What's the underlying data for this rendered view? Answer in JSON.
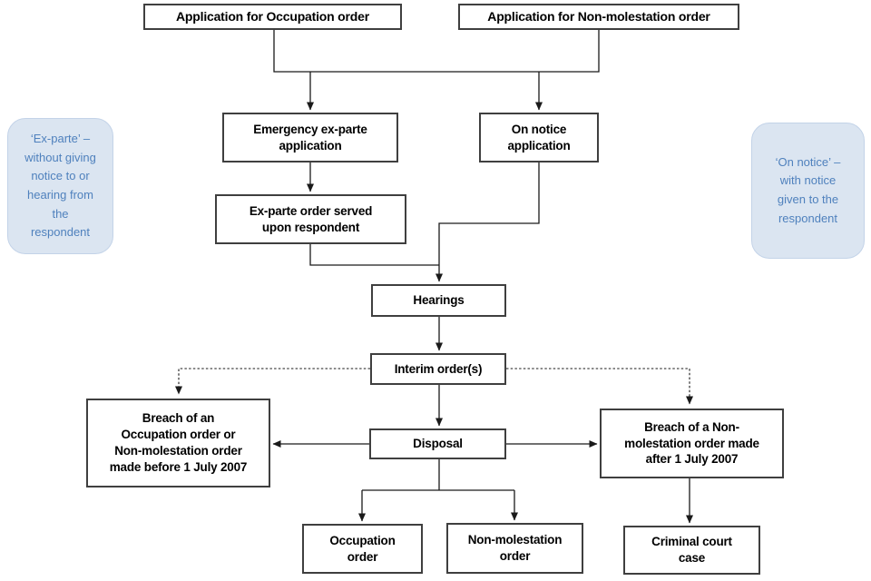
{
  "diagram": {
    "nodes": {
      "app_occupation": {
        "label": "Application for Occupation order"
      },
      "app_nonmolestation": {
        "label": "Application for Non-molestation order"
      },
      "emergency": {
        "label": "Emergency ex-parte\napplication"
      },
      "on_notice": {
        "label": "On notice\napplication"
      },
      "exparte_served": {
        "label": "Ex-parte order served\nupon respondent"
      },
      "hearings": {
        "label": "Hearings"
      },
      "interim": {
        "label": "Interim order(s)"
      },
      "breach_left": {
        "label": "Breach of an\nOccupation order or\nNon-molestation order\nmade before 1 July 2007"
      },
      "disposal": {
        "label": "Disposal"
      },
      "breach_right": {
        "label": "Breach of a Non-\nmolestation order made\nafter 1 July 2007"
      },
      "occupation_order": {
        "label": "Occupation\norder"
      },
      "nonmolestation_order": {
        "label": "Non-molestation\norder"
      },
      "criminal_court": {
        "label": "Criminal court\ncase"
      }
    },
    "callouts": {
      "ex_parte": {
        "label": "‘Ex-parte’ –\nwithout giving\nnotice to or\nhearing from\nthe\nrespondent"
      },
      "on_notice": {
        "label": "‘On notice’ –\nwith notice\ngiven to the\nrespondent"
      }
    },
    "colors": {
      "node_fill": "#ffffff",
      "node_border": "#3f3f3f",
      "node_text": "#000000",
      "connector": "#1a1a1a",
      "callout_fill": "#dbe5f1",
      "callout_text": "#4f81bd",
      "background": "#ffffff"
    }
  }
}
